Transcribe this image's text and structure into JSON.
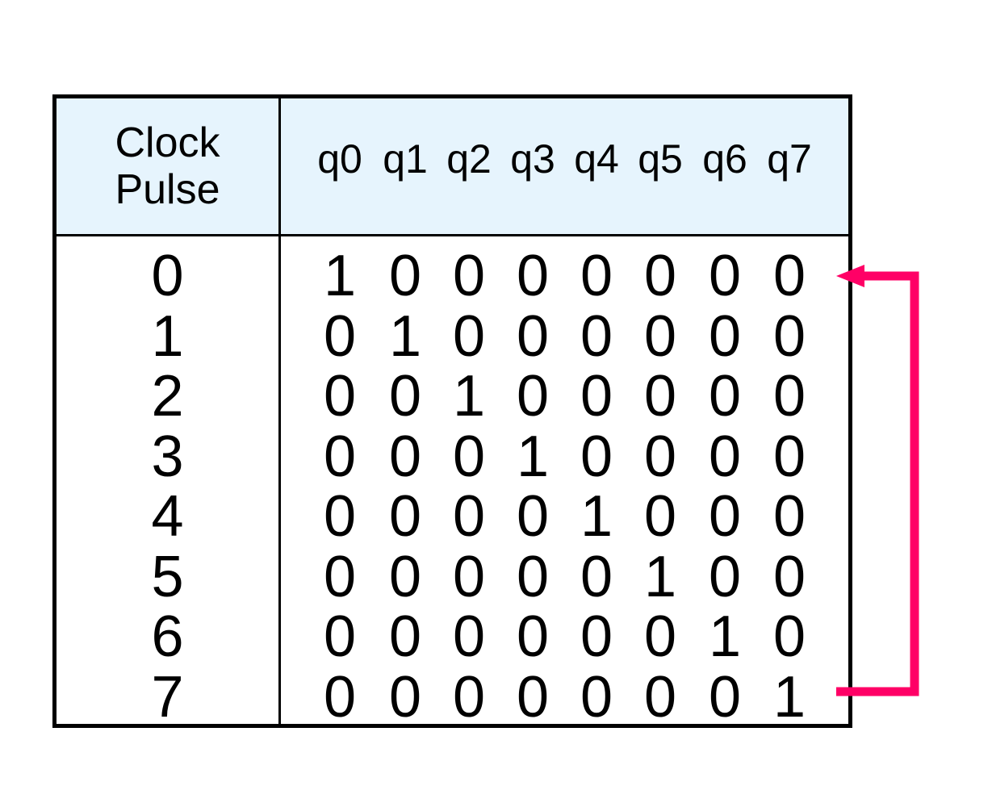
{
  "table": {
    "header": {
      "clock_line1": "Clock",
      "clock_line2": "Pulse",
      "outputs": [
        "q0",
        "q1",
        "q2",
        "q3",
        "q4",
        "q5",
        "q6",
        "q7"
      ]
    },
    "rows": [
      {
        "pulse": "0",
        "bits": [
          "1",
          "0",
          "0",
          "0",
          "0",
          "0",
          "0",
          "0"
        ]
      },
      {
        "pulse": "1",
        "bits": [
          "0",
          "1",
          "0",
          "0",
          "0",
          "0",
          "0",
          "0"
        ]
      },
      {
        "pulse": "2",
        "bits": [
          "0",
          "0",
          "1",
          "0",
          "0",
          "0",
          "0",
          "0"
        ]
      },
      {
        "pulse": "3",
        "bits": [
          "0",
          "0",
          "0",
          "1",
          "0",
          "0",
          "0",
          "0"
        ]
      },
      {
        "pulse": "4",
        "bits": [
          "0",
          "0",
          "0",
          "0",
          "1",
          "0",
          "0",
          "0"
        ]
      },
      {
        "pulse": "5",
        "bits": [
          "0",
          "0",
          "0",
          "0",
          "0",
          "1",
          "0",
          "0"
        ]
      },
      {
        "pulse": "6",
        "bits": [
          "0",
          "0",
          "0",
          "0",
          "0",
          "0",
          "1",
          "0"
        ]
      },
      {
        "pulse": "7",
        "bits": [
          "0",
          "0",
          "0",
          "0",
          "0",
          "0",
          "0",
          "1"
        ]
      }
    ]
  },
  "colors": {
    "header_background": "#e6f4fd",
    "feedback_arrow": "#ff0066"
  }
}
